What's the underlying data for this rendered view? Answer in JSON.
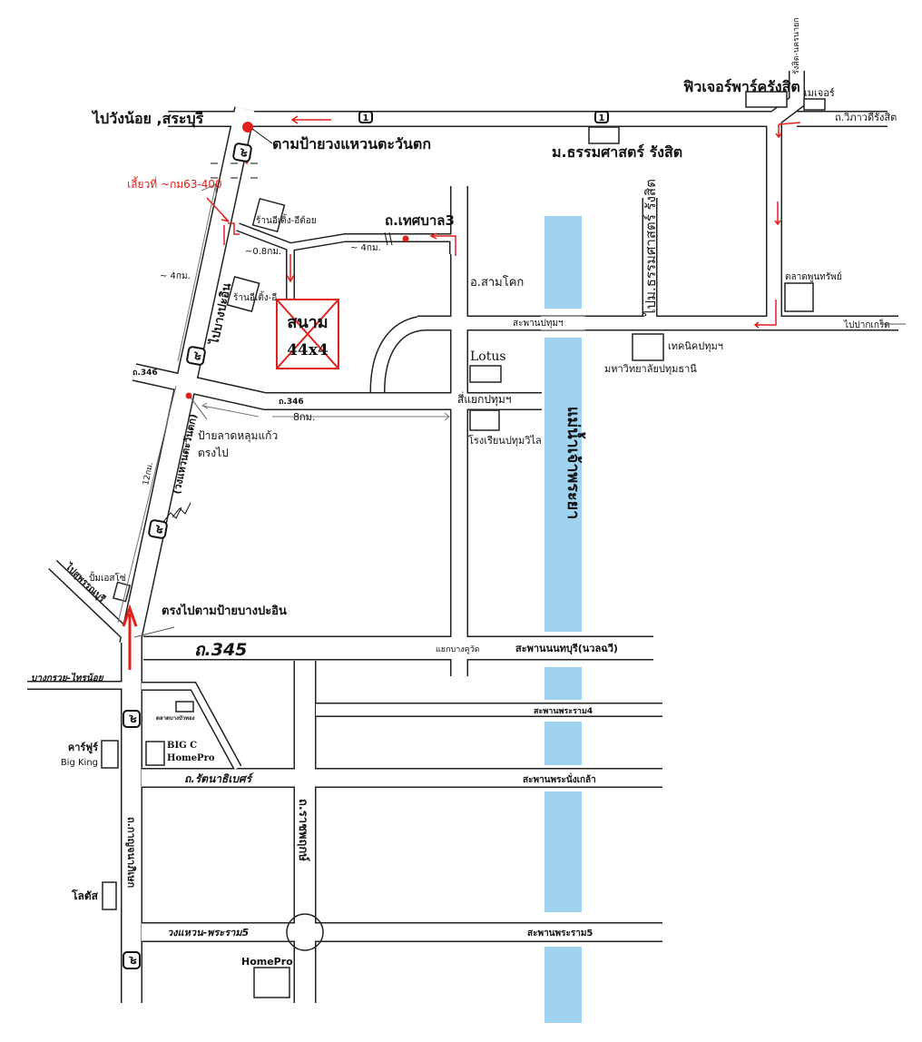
{
  "colors": {
    "route": "#e0201b",
    "river": "#9fd3ef",
    "road": "#222222"
  },
  "labels": {
    "to_wangnoi": "ไปวังน้อย ,สระบุรี",
    "follow_sign_west": "ตามป้ายวงแหวนตะวันตก",
    "thammasat": "ม.ธรรมศาสตร์ รังสิต",
    "future_park": "ฟิวเจอร์พาร์ครังสิต",
    "major": "เมเจอร์",
    "rangsit_nakhonnayok": "รังสิต-นครนายก",
    "vibhavadi": "ถ.วิภาวดีรังสิต",
    "turn_at": "เลี้ยวที่ ~กม63-400",
    "shop1": "ร้านอีเติ้ง-อีต้อย",
    "shop2": "ร้านอีเติ้ง-อี",
    "tesaban3": "ถ.เทศบาล3",
    "dist_08": "~0.8กม.",
    "dist_4a": "~ 4กม.",
    "dist_4b": "~ 4กม.",
    "to_thammasat": "ไปม.ธรรมศาสตร์ รังสิต",
    "samkhok": "อ.สามโคก",
    "field_line1": "สนาม",
    "field_line2": "44x4",
    "to_bangpain": "ไปบางปะอิน",
    "pathum_bridge": "สะพานปทุมฯ",
    "to_pakkret": "ไปปากเกร็ด",
    "talad_poonsap": "ตลาดพูนทรัพย์",
    "technic": "เทคนิคปทุมฯ",
    "pathumthani_univ": "มหาวิทยาลัยปทุมธานี",
    "lotus1": "Lotus",
    "r346a": "ถ.346",
    "r346b": "ถ.346",
    "sipathum": "สี่แยกปทุมฯ",
    "pathumwilai": "โรงเรียนปทุมวิไล",
    "dist_8": "8กม.",
    "lat_lum_kaeo": "ป้ายลาดหลุมแก้ว",
    "straight": "ตรงไป",
    "ring_west": "(วงแหวนตะวันตก)",
    "dist_12": "12กม.",
    "river": "แม่น้ำเจ้าพระยา",
    "pump": "ปั้มเอสโซ่",
    "to_suphan": "ไปสุพรรณบุรี",
    "straight_bangpain": "ตรงไปตามป้ายบางปะอิน",
    "r345": "ถ.345",
    "bang_khu_wat": "แยกบางคูวัด",
    "nonthaburi_bridge": "สะพานนนทบุรี(นวลฉวี)",
    "bangkruay": "บางกรวย-ไทรน้อย",
    "bangbuathong_market": "ตลาดบางบัวทอง",
    "bigc1": "BIG C",
    "bigc2": "HomePro",
    "rama4": "สะพานพระราม4",
    "carrefour": "คาร์ฟูร์",
    "bigking": "Big King",
    "rattanathibet": "ถ.รัตนาธิเบศร์",
    "nangklao": "สะพานพระนั่งเกล้า",
    "kanchanaphisek": "ถ.กาญจนาภิเษก",
    "ratchaphruek": "ถ.ราชพฤกษ์",
    "lotus2": "โลตัส",
    "wongwaen_rama5": "วงแหวน-พระราม5",
    "rama5": "สะพานพระราม5",
    "homepro": "HomePro"
  },
  "shields": {
    "hwy9": "๙",
    "hwy1": "1"
  }
}
